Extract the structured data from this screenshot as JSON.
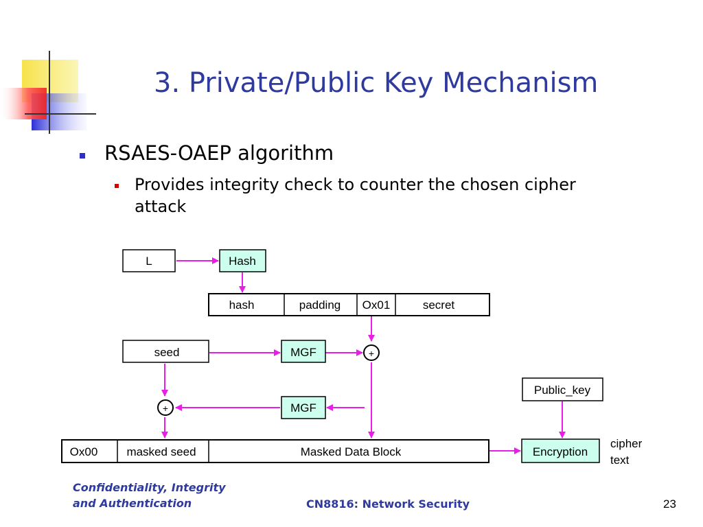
{
  "slide": {
    "title": "3. Private/Public Key Mechanism",
    "bullet_1": "RSAES-OAEP algorithm",
    "bullet_2": "Provides integrity check to counter the chosen cipher attack"
  },
  "diagram": {
    "box_l": "L",
    "box_hash": "Hash",
    "db_hash": "hash",
    "db_padding": "padding",
    "db_ox01": "Ox01",
    "db_secret": "secret",
    "box_seed": "seed",
    "box_mgf_top": "MGF",
    "xor_top": "+",
    "box_public_key": "Public_key",
    "xor_bottom": "+",
    "box_mgf_bottom": "MGF",
    "em_ox00": "Ox00",
    "em_masked_seed": "masked seed",
    "em_masked_data_block": "Masked Data Block",
    "box_encryption": "Encryption",
    "cipher_text_line1": "cipher",
    "cipher_text_line2": "text"
  },
  "footer": {
    "left_line1": "Confidentiality, Integrity",
    "left_line2": "and Authentication",
    "center": "CN8816: Network Security",
    "page_number": "23"
  },
  "colors": {
    "title": "#2e3a9e",
    "arrow": "#e81ee8",
    "box_fill_highlight": "#ccffee",
    "bullet_level1": "#2e2ec8",
    "bullet_level2": "#d40000"
  }
}
